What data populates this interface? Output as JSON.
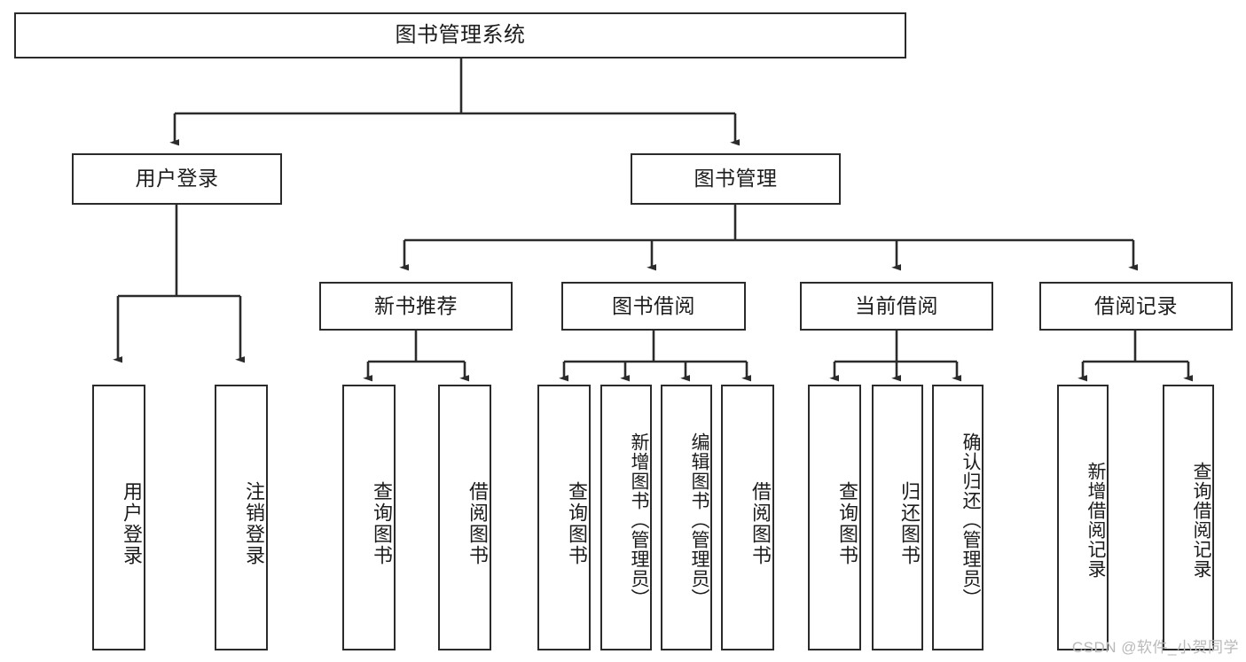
{
  "diagram": {
    "title": "图书管理系统",
    "watermark": "CSDN @软件_小贺同学",
    "type": "tree-hierarchy-diagram",
    "colors": {
      "stroke": "#2b2b2b",
      "fill": "#ffffff",
      "text": "#1c1c1c",
      "watermark": "#b9b9b9"
    },
    "root": {
      "label": "图书管理系统"
    },
    "level1": [
      {
        "label": "用户登录"
      },
      {
        "label": "图书管理"
      }
    ],
    "level2": [
      {
        "label": "新书推荐"
      },
      {
        "label": "图书借阅"
      },
      {
        "label": "当前借阅"
      },
      {
        "label": "借阅记录"
      }
    ],
    "leaves": {
      "user_login": [
        {
          "label": "用户登录"
        },
        {
          "label": "注销登录"
        }
      ],
      "new_book_recommend": [
        {
          "label": "查询图书"
        },
        {
          "label": "借阅图书"
        }
      ],
      "book_borrow": [
        {
          "label": "查询图书"
        },
        {
          "label": "新增图书（管理员）"
        },
        {
          "label": "编辑图书（管理员）"
        },
        {
          "label": "借阅图书"
        }
      ],
      "current_borrow": [
        {
          "label": "查询图书"
        },
        {
          "label": "归还图书"
        },
        {
          "label": "确认归还（管理员）"
        }
      ],
      "borrow_record": [
        {
          "label": "新增借阅记录"
        },
        {
          "label": "查询借阅记录"
        }
      ]
    }
  }
}
